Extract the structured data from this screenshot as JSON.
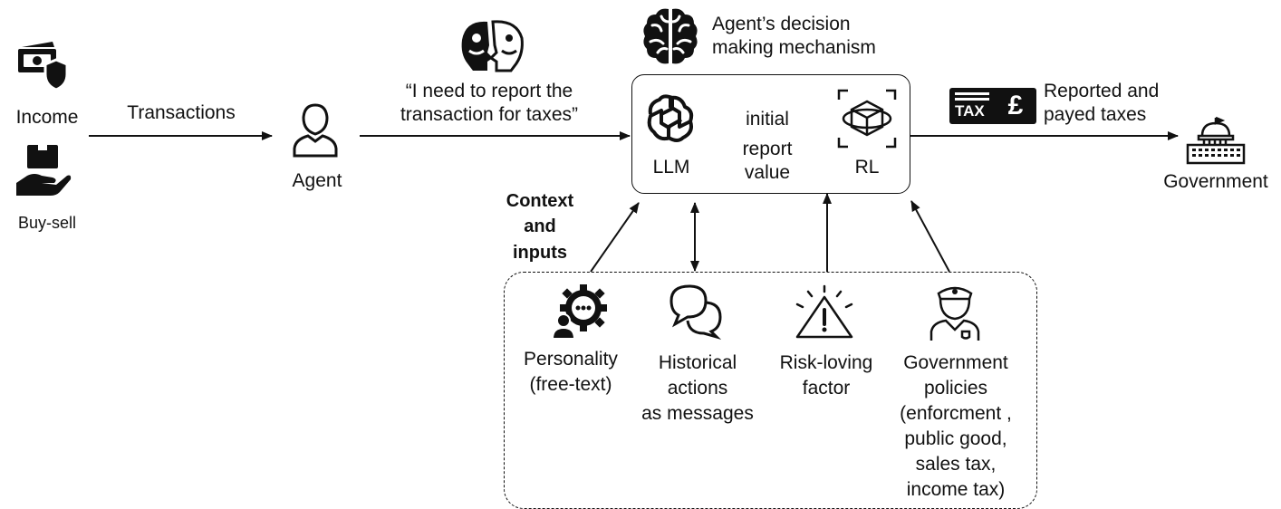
{
  "labels": {
    "income": "Income",
    "buysell": "Buy-sell",
    "transactions": "Transactions",
    "agent": "Agent",
    "quote_line1": "“I need to report the",
    "quote_line2": "transaction for taxes”",
    "mechanism_line1": "Agent’s decision",
    "mechanism_line2": "making mechanism",
    "llm": "LLM",
    "initial_line1": "initial",
    "initial_line2": "report",
    "initial_line3": "value",
    "rl": "RL",
    "reported_line1": "Reported and",
    "reported_line2": "payed taxes",
    "government": "Government",
    "context_line1": "Context",
    "context_line2": "and",
    "context_line3": "inputs",
    "personality_line1": "Personality",
    "personality_line2": "(free-text)",
    "historical_line1": "Historical",
    "historical_line2": "actions",
    "historical_line3": "as messages",
    "risk_line1": "Risk-loving",
    "risk_line2": "factor",
    "policies_line1": "Government",
    "policies_line2": "policies",
    "policies_line3": "(enforcment ,",
    "policies_line4": "public good,",
    "policies_line5": "sales tax,",
    "policies_line6": "income tax)",
    "tax_badge_text": "TAX",
    "tax_badge_symbol": "£"
  },
  "icons": {
    "income": "money-shield-icon",
    "buysell": "hand-box-icon",
    "agent": "person-outline-icon",
    "faces": "two-faces-icon",
    "brain": "brain-icon",
    "llm": "openai-logo-icon",
    "rl": "cube-rotate-icon",
    "tax": "tax-badge-icon",
    "government": "capitol-building-icon",
    "personality": "gear-person-icon",
    "historical": "chat-bubbles-icon",
    "risk": "warning-triangle-icon",
    "policies": "police-officer-icon"
  }
}
